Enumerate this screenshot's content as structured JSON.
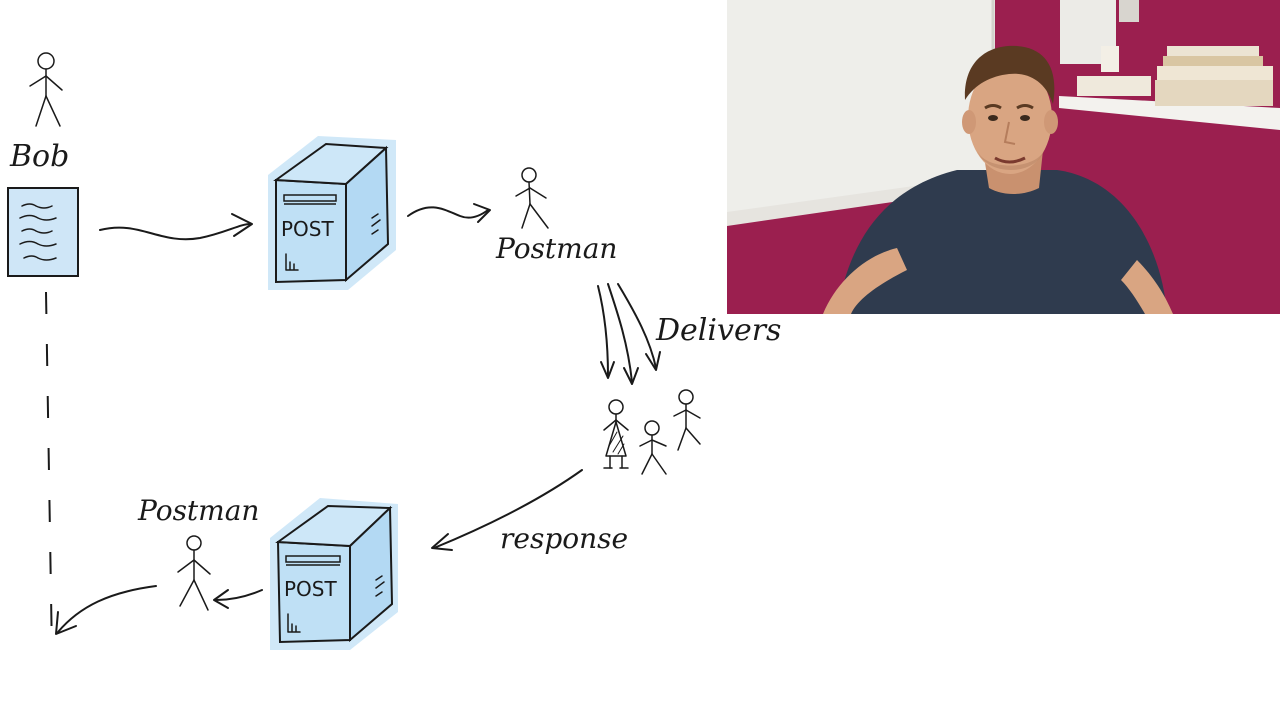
{
  "labels": {
    "bob": "Bob",
    "postman_top": "Postman",
    "postman_bottom": "Postman",
    "delivers": "Delivers",
    "response": "response",
    "post_box_top": "POST",
    "post_box_bottom": "POST"
  },
  "colors": {
    "box_fill": "#bfe0f5",
    "box_glow": "#a9d5f2",
    "ink": "#1a1a1a",
    "wall_magenta": "#9b1f4f",
    "wall_white": "#f1f0ec",
    "shirt": "#2f3b4e",
    "skin": "#d9a582"
  },
  "webcam": {
    "description_icon": "presenter-video-feed"
  }
}
